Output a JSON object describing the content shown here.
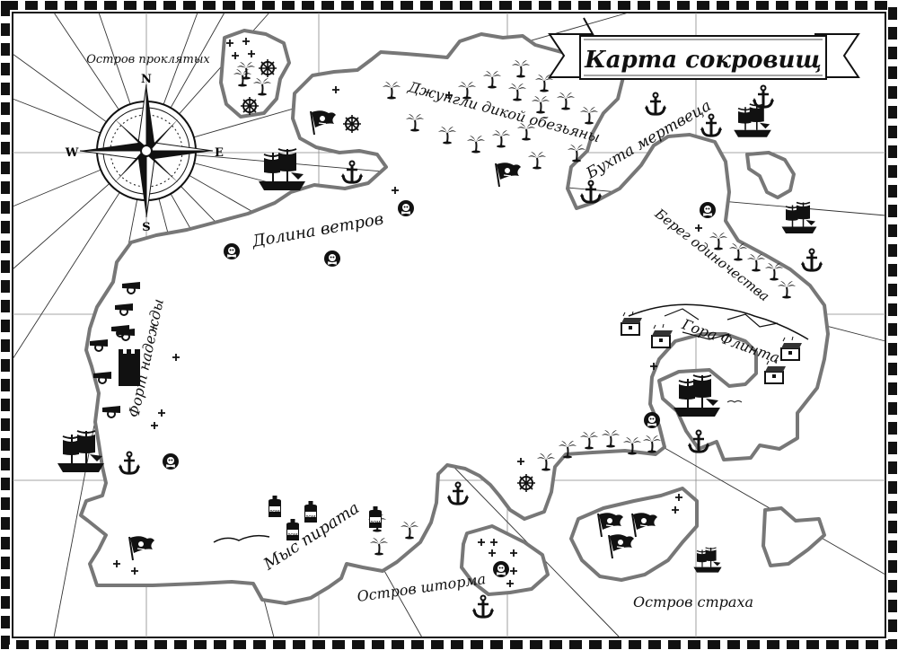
{
  "map": {
    "title": "Карта сокровищ",
    "compass": {
      "n": "N",
      "s": "S",
      "e": "E",
      "w": "W"
    },
    "labels": {
      "cursed_island": "Остров проклятых",
      "jungle": "Джунгли дикой обезьяны",
      "dead_man_bay": "Бухта мертвеца",
      "wind_valley": "Долина ветров",
      "lonely_shore": "Берег одиночества",
      "fort_hope": "Форт надежды",
      "flint_mountain": "Гора Флинта",
      "pirate_cape": "Мыс пирата",
      "storm_island": "Остров шторма",
      "fear_island": "Остров страха"
    },
    "rum_label": "РОМ",
    "colors": {
      "ink": "#111111",
      "coast": "#777777",
      "grid": "#555555"
    }
  }
}
